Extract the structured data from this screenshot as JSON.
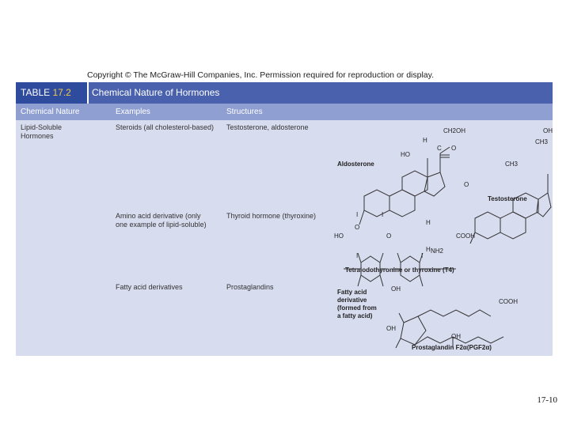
{
  "copyright": "Copyright © The McGraw-Hill Companies, Inc. Permission required for reproduction or display.",
  "table": {
    "label": "TABLE",
    "number": "17.2",
    "title": "Chemical Nature of Hormones",
    "headers": [
      "Chemical Nature",
      "Examples",
      "Structures"
    ],
    "rows": [
      {
        "nature": "Lipid-Soluble\nHormones",
        "examples": "Steroids (all cholesterol-based)",
        "structures": "Testosterone, aldosterone"
      },
      {
        "nature": "",
        "examples": "Amino acid derivative (only\none example of lipid-soluble)",
        "structures": "Thyroid hormone (thyroxine)"
      },
      {
        "nature": "",
        "examples": "Fatty acid derivatives",
        "structures": "Prostaglandins"
      }
    ]
  },
  "diagram_labels": {
    "aldosterone": "Aldosterone",
    "testosterone": "Testosterone",
    "thyroxine": "Tetraiodothyronine or thyroxine (T4)",
    "fatty_acid_note": "Fatty acid\nderivative\n(formed from\na fatty acid)",
    "prostaglandin": "Prostaglandin F2α(PGF2α)",
    "ch2oh": "CH2OH",
    "oh": "OH",
    "ho": "HO",
    "ch3": "CH3",
    "cooh": "COOH",
    "nh2": "NH2",
    "h": "H",
    "i": "I",
    "o": "O",
    "c": "C"
  },
  "page_number": "17-10"
}
